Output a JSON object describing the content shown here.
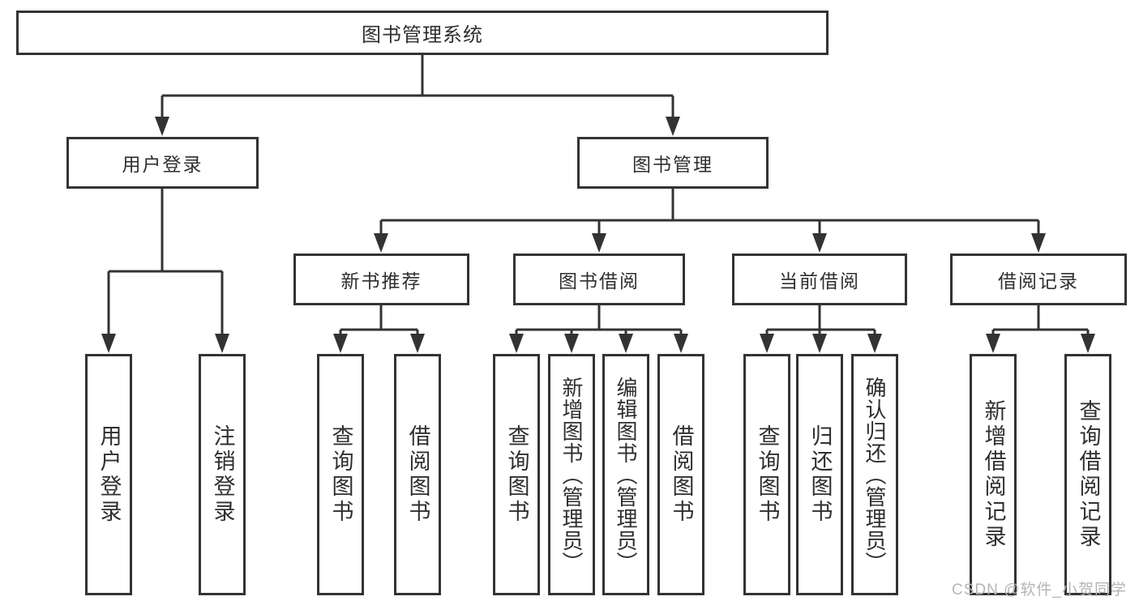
{
  "diagram": {
    "root": "图书管理系统",
    "level2": {
      "user_login": "用户登录",
      "book_mgmt": "图书管理"
    },
    "level3": {
      "new_books": "新书推荐",
      "book_borrow": "图书借阅",
      "current_borrow": "当前借阅",
      "borrow_records": "借阅记录"
    },
    "leaves": {
      "user_login": [
        "用户登录",
        "注销登录"
      ],
      "new_books": [
        "查询图书",
        "借阅图书"
      ],
      "book_borrow": [
        "查询图书",
        "新增图书（管理员）",
        "编辑图书（管理员）",
        "借阅图书"
      ],
      "current_borrow": [
        "查询图书",
        "归还图书",
        "确认归还（管理员）"
      ],
      "borrow_records": [
        "新增借阅记录",
        "查询借阅记录"
      ]
    },
    "colors": {
      "line": "#333333",
      "text": "#2f2f2f",
      "watermark": "#b5b5b5"
    },
    "watermark": "CSDN @软件_小贺同学"
  }
}
